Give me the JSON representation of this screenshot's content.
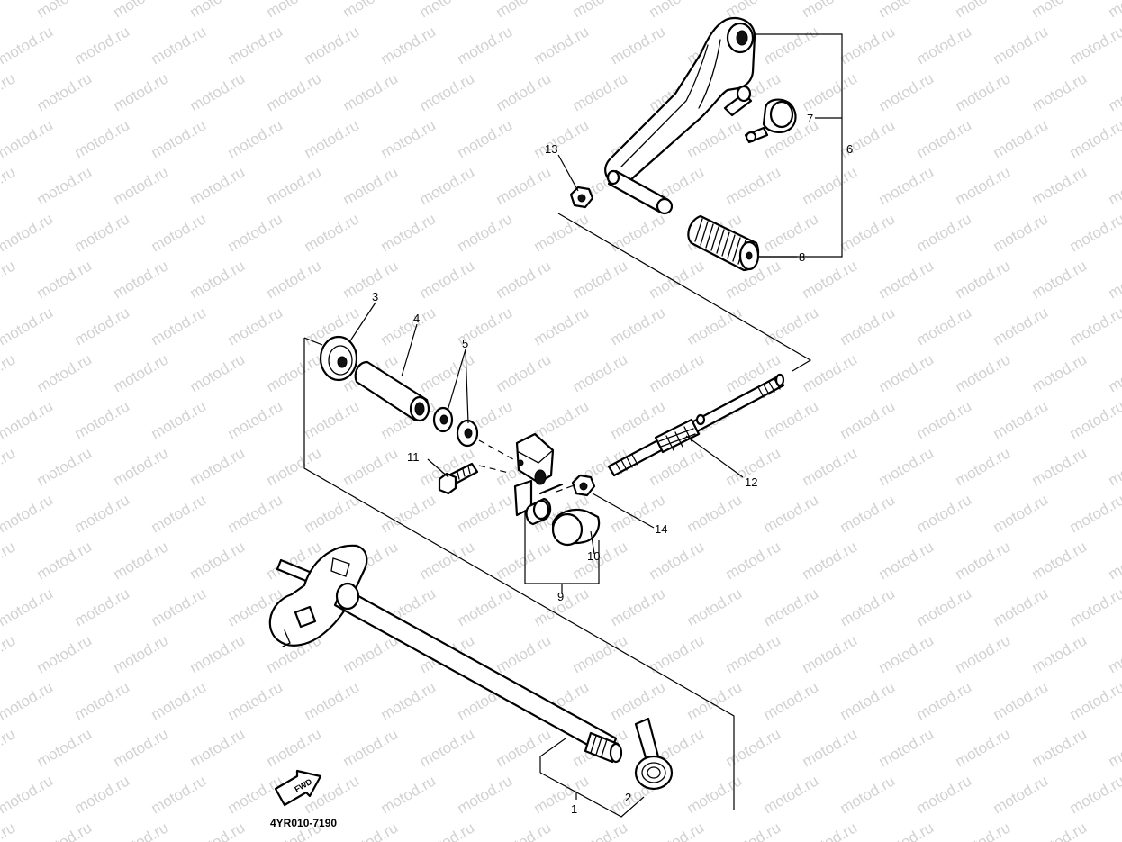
{
  "watermark": "motod.ru",
  "diagram_code": "4YR010-7190",
  "fwd_label": "FWD",
  "callouts": {
    "c1": "1",
    "c2": "2",
    "c3": "3",
    "c4": "4",
    "c5": "5",
    "c6": "6",
    "c7": "7",
    "c8": "8",
    "c9": "9",
    "c10": "10",
    "c11": "11",
    "c12": "12",
    "c13": "13",
    "c14": "14"
  }
}
